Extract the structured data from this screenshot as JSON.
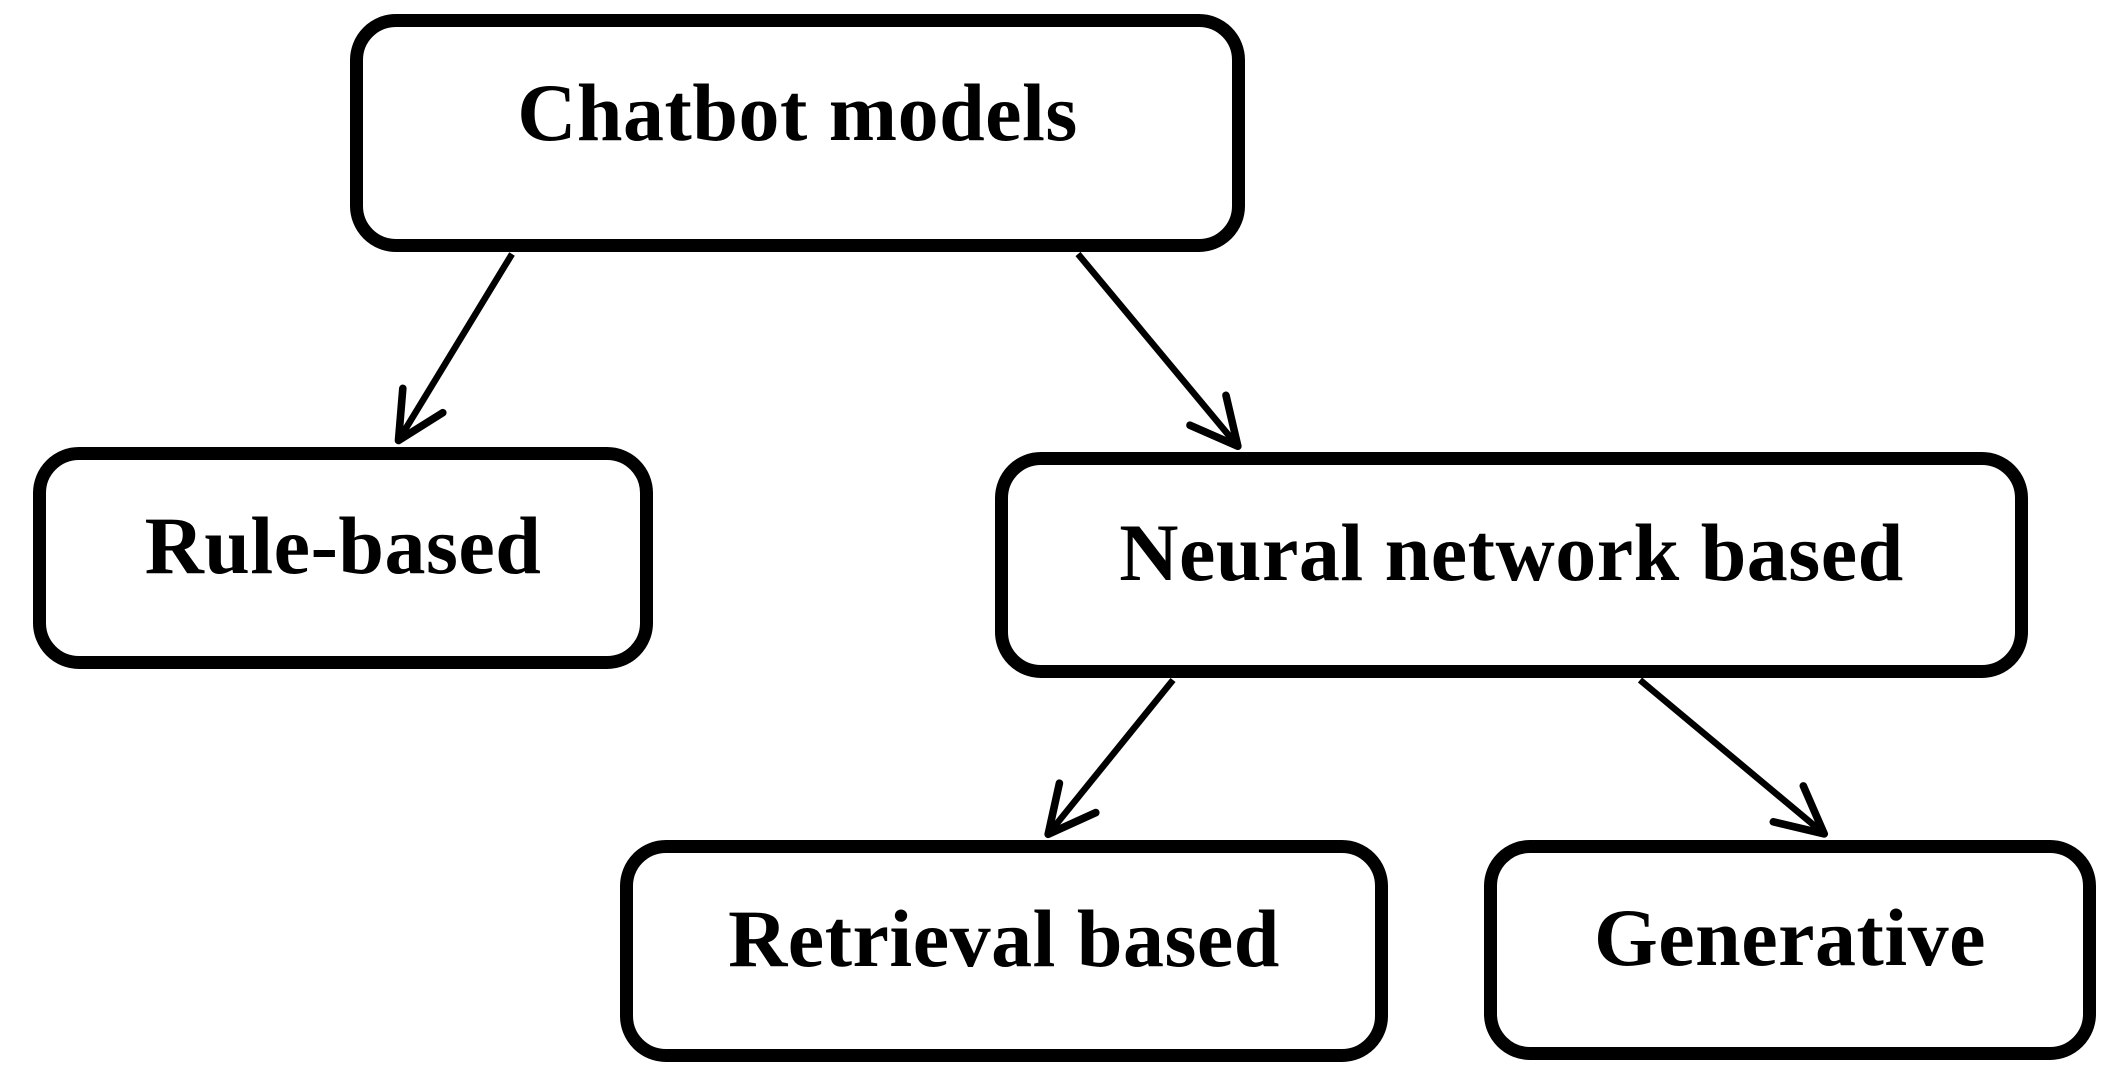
{
  "diagram": {
    "kind": "tree-flowchart",
    "nodes": [
      {
        "id": "chatbot-models",
        "label": "Chatbot models"
      },
      {
        "id": "rule-based",
        "label": "Rule-based"
      },
      {
        "id": "neural-network-based",
        "label": "Neural network based"
      },
      {
        "id": "retrieval-based",
        "label": "Retrieval based"
      },
      {
        "id": "generative",
        "label": "Generative"
      }
    ],
    "edges": [
      {
        "from": "chatbot-models",
        "to": "rule-based"
      },
      {
        "from": "chatbot-models",
        "to": "neural-network-based"
      },
      {
        "from": "neural-network-based",
        "to": "retrieval-based"
      },
      {
        "from": "neural-network-based",
        "to": "generative"
      }
    ],
    "colors": {
      "background": "#ffffff",
      "box_fill": "#ffffff",
      "box_border": "#000000",
      "text": "#000000",
      "arrow": "#000000"
    }
  }
}
